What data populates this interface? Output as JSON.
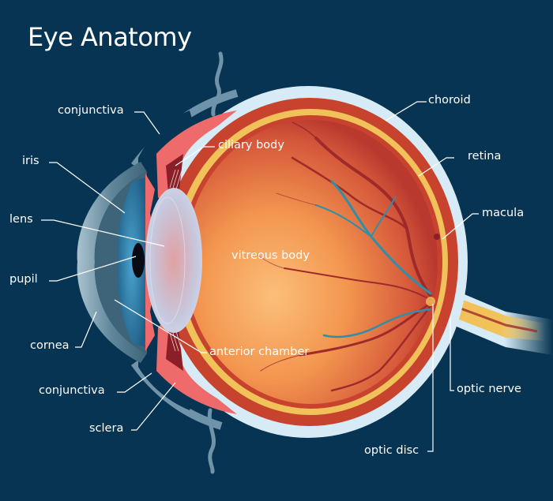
{
  "title": "Eye Anatomy",
  "colors": {
    "background": "#073452",
    "sclera": "#d6ebf5",
    "conjunctiva": "#6f93a8",
    "choroid": "#c8432e",
    "retina": "#f2c25a",
    "vitreous_center": "#f7a95c",
    "vitreous_edge": "#c8442f",
    "vein": "#2f8fa8",
    "artery": "#9e2a2b",
    "iris": "#2f7ea8",
    "lens": "#c9cfe2",
    "ciliary": "#ef6b6b",
    "label": "#ffffff"
  },
  "labels": {
    "conjunctiva_top": "conjunctiva",
    "iris": "iris",
    "lens": "lens",
    "pupil": "pupil",
    "cornea": "cornea",
    "conjunctiva_bottom": "conjunctiva",
    "sclera": "sclera",
    "ciliary_body": "ciliary body",
    "vitreous_body": "vitreous body",
    "anterior_chamber": "anterior chamber",
    "choroid": "choroid",
    "retina": "retina",
    "macula": "macula",
    "optic_nerve": "optic nerve",
    "optic_disc": "optic disc"
  }
}
